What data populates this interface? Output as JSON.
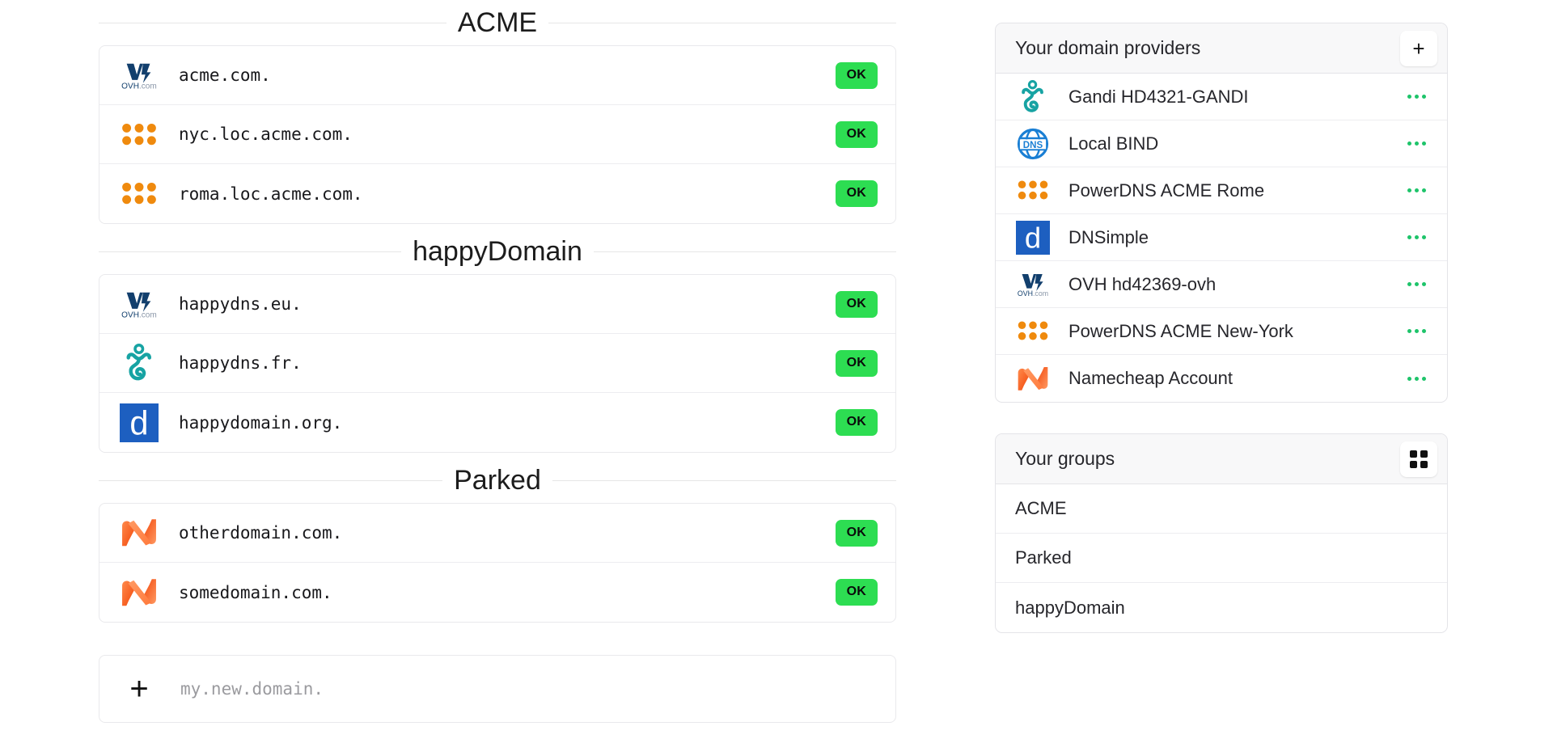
{
  "main": {
    "groups": [
      {
        "title": "ACME",
        "domains": [
          {
            "icon": "ovh-logo",
            "name": "acme.com.",
            "status": "OK"
          },
          {
            "icon": "powerdns-logo",
            "name": "nyc.loc.acme.com.",
            "status": "OK"
          },
          {
            "icon": "powerdns-logo",
            "name": "roma.loc.acme.com.",
            "status": "OK"
          }
        ]
      },
      {
        "title": "happyDomain",
        "domains": [
          {
            "icon": "ovh-logo",
            "name": "happydns.eu.",
            "status": "OK"
          },
          {
            "icon": "gandi-logo",
            "name": "happydns.fr.",
            "status": "OK"
          },
          {
            "icon": "dnsimple-logo",
            "name": "happydomain.org.",
            "status": "OK"
          }
        ]
      },
      {
        "title": "Parked",
        "domains": [
          {
            "icon": "namecheap-logo",
            "name": "otherdomain.com.",
            "status": "OK"
          },
          {
            "icon": "namecheap-logo",
            "name": "somedomain.com.",
            "status": "OK"
          }
        ]
      }
    ],
    "new_domain": {
      "plus": "+",
      "placeholder": "my.new.domain.",
      "value": ""
    }
  },
  "sidebar": {
    "providers_panel": {
      "title": "Your domain providers",
      "add_button_label": "+",
      "add_button_icon": "plus-icon",
      "items": [
        {
          "icon": "gandi-logo",
          "label": "Gandi HD4321-GANDI",
          "menu_icon": "ellipsis-icon"
        },
        {
          "icon": "bind-logo",
          "label": "Local BIND",
          "menu_icon": "ellipsis-icon"
        },
        {
          "icon": "powerdns-logo",
          "label": "PowerDNS ACME Rome",
          "menu_icon": "ellipsis-icon"
        },
        {
          "icon": "dnsimple-logo",
          "label": "DNSimple",
          "menu_icon": "ellipsis-icon"
        },
        {
          "icon": "ovh-logo",
          "label": "OVH hd42369-ovh",
          "menu_icon": "ellipsis-icon"
        },
        {
          "icon": "powerdns-logo",
          "label": "PowerDNS ACME New-York",
          "menu_icon": "ellipsis-icon"
        },
        {
          "icon": "namecheap-logo",
          "label": "Namecheap Account",
          "menu_icon": "ellipsis-icon"
        }
      ]
    },
    "groups_panel": {
      "title": "Your groups",
      "grid_button_icon": "grid-icon",
      "items": [
        {
          "label": "ACME"
        },
        {
          "label": "Parked"
        },
        {
          "label": "happyDomain"
        }
      ]
    }
  },
  "colors": {
    "status_ok_bg": "#2ddd52",
    "gandi_teal": "#17a3a3",
    "powerdns_orange": "#ef8a0e",
    "dnsimple_blue": "#1d5fc0",
    "ovh_navy": "#123f6d",
    "bind_blue": "#1a7fd4",
    "namecheap_orange": "#f5621f",
    "menu_dot_green": "#1ec46a"
  }
}
